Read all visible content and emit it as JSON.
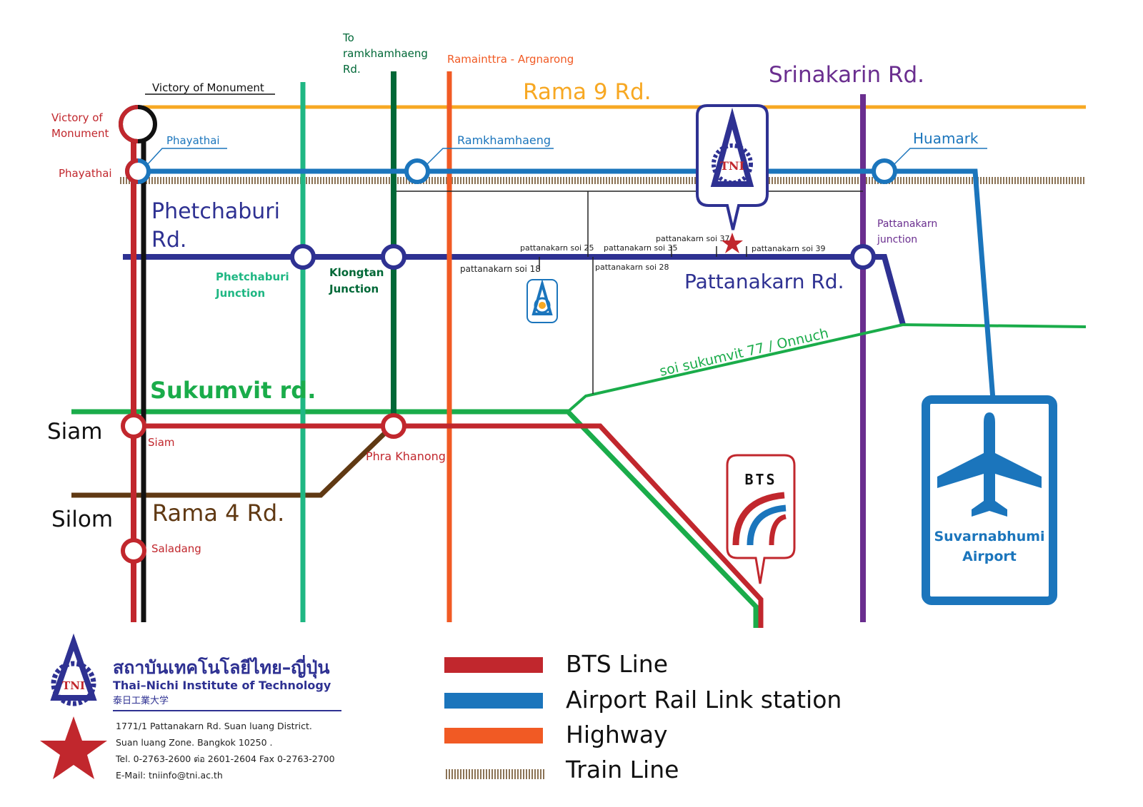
{
  "colors": {
    "bts": "#c1272d",
    "airport": "#1b75bc",
    "highway": "#f15a24",
    "rama9": "#f7a823",
    "srinakarin": "#6a2e8f",
    "phetchaburi": "#2e3192",
    "sukhumvit": "#1aac4a",
    "rama4": "#603913",
    "ramkhamhaeng_green": "#00a651",
    "klongtan_green": "#006837",
    "train": "#8b7355",
    "black": "#111111"
  },
  "labels": {
    "to_ramkhamhaeng": [
      "To",
      "ramkhamhaeng",
      "Rd."
    ],
    "ramainttra": "Ramainttra - Argnarong",
    "srinakarin_rd": "Srinakarin Rd.",
    "rama9_rd": "Rama 9 Rd.",
    "victory_black": "Victory of Monument",
    "victory_red": [
      "Victory of",
      "Monument"
    ],
    "phayathai_blue": "Phayathai",
    "phayathai_red": "Phayathai",
    "ramkhamhaeng": "Ramkhamhaeng",
    "huamark": "Huamark",
    "phetchaburi_rd": [
      "Phetchaburi",
      "Rd."
    ],
    "phetchaburi_junction": [
      "Phetchaburi",
      "Junction"
    ],
    "klongtan_junction": [
      "Klongtan",
      "Junction"
    ],
    "soi25": "pattanakarn soi 25",
    "soi35": "pattanakarn soi 35",
    "soi37": "pattanakarn soi 37",
    "soi39": "pattanakarn soi 39",
    "soi18": "pattanakarn soi 18",
    "soi28": "pattanakarn soi 28",
    "pattanakarn_junction": [
      "Pattanakarn",
      "junction"
    ],
    "pattanakarn_rd": "Pattanakarn Rd.",
    "onnuch": "soi sukumvit 77 / Onnuch",
    "sukumvit_rd": "Sukumvit rd.",
    "siam_big": "Siam",
    "siam_small": "Siam",
    "phra_khanong": "Phra Khanong",
    "silom": "Silom",
    "rama4_rd": "Rama 4 Rd.",
    "saladang": "Saladang",
    "bts_logo": "BTS",
    "airport_name": [
      "Suvarnabhumi",
      "Airport"
    ],
    "tni_badge": "TNI"
  },
  "institute": {
    "name_thai": "สถาบันเทคโนโลยีไทย–ญี่ปุ่น",
    "name_en": "Thai–Nichi Institute of Technology",
    "name_jp": "泰日工業大学",
    "address": [
      "1771/1 Pattanakarn  Rd. Suan luang District.",
      "Suan luang Zone. Bangkok 10250 .",
      "Tel. 0-2763-2600 ต่อ 2601-2604 Fax 0-2763-2700",
      "E-Mail: tniinfo@tni.ac.th"
    ]
  },
  "legend": [
    {
      "label": "BTS Line",
      "color": "#c1272d",
      "style": "solid"
    },
    {
      "label": "Airport Rail Link station",
      "color": "#1b75bc",
      "style": "solid"
    },
    {
      "label": "Highway",
      "color": "#f15a24",
      "style": "solid"
    },
    {
      "label": "Train Line",
      "color": "#8b7355",
      "style": "hatched"
    }
  ]
}
